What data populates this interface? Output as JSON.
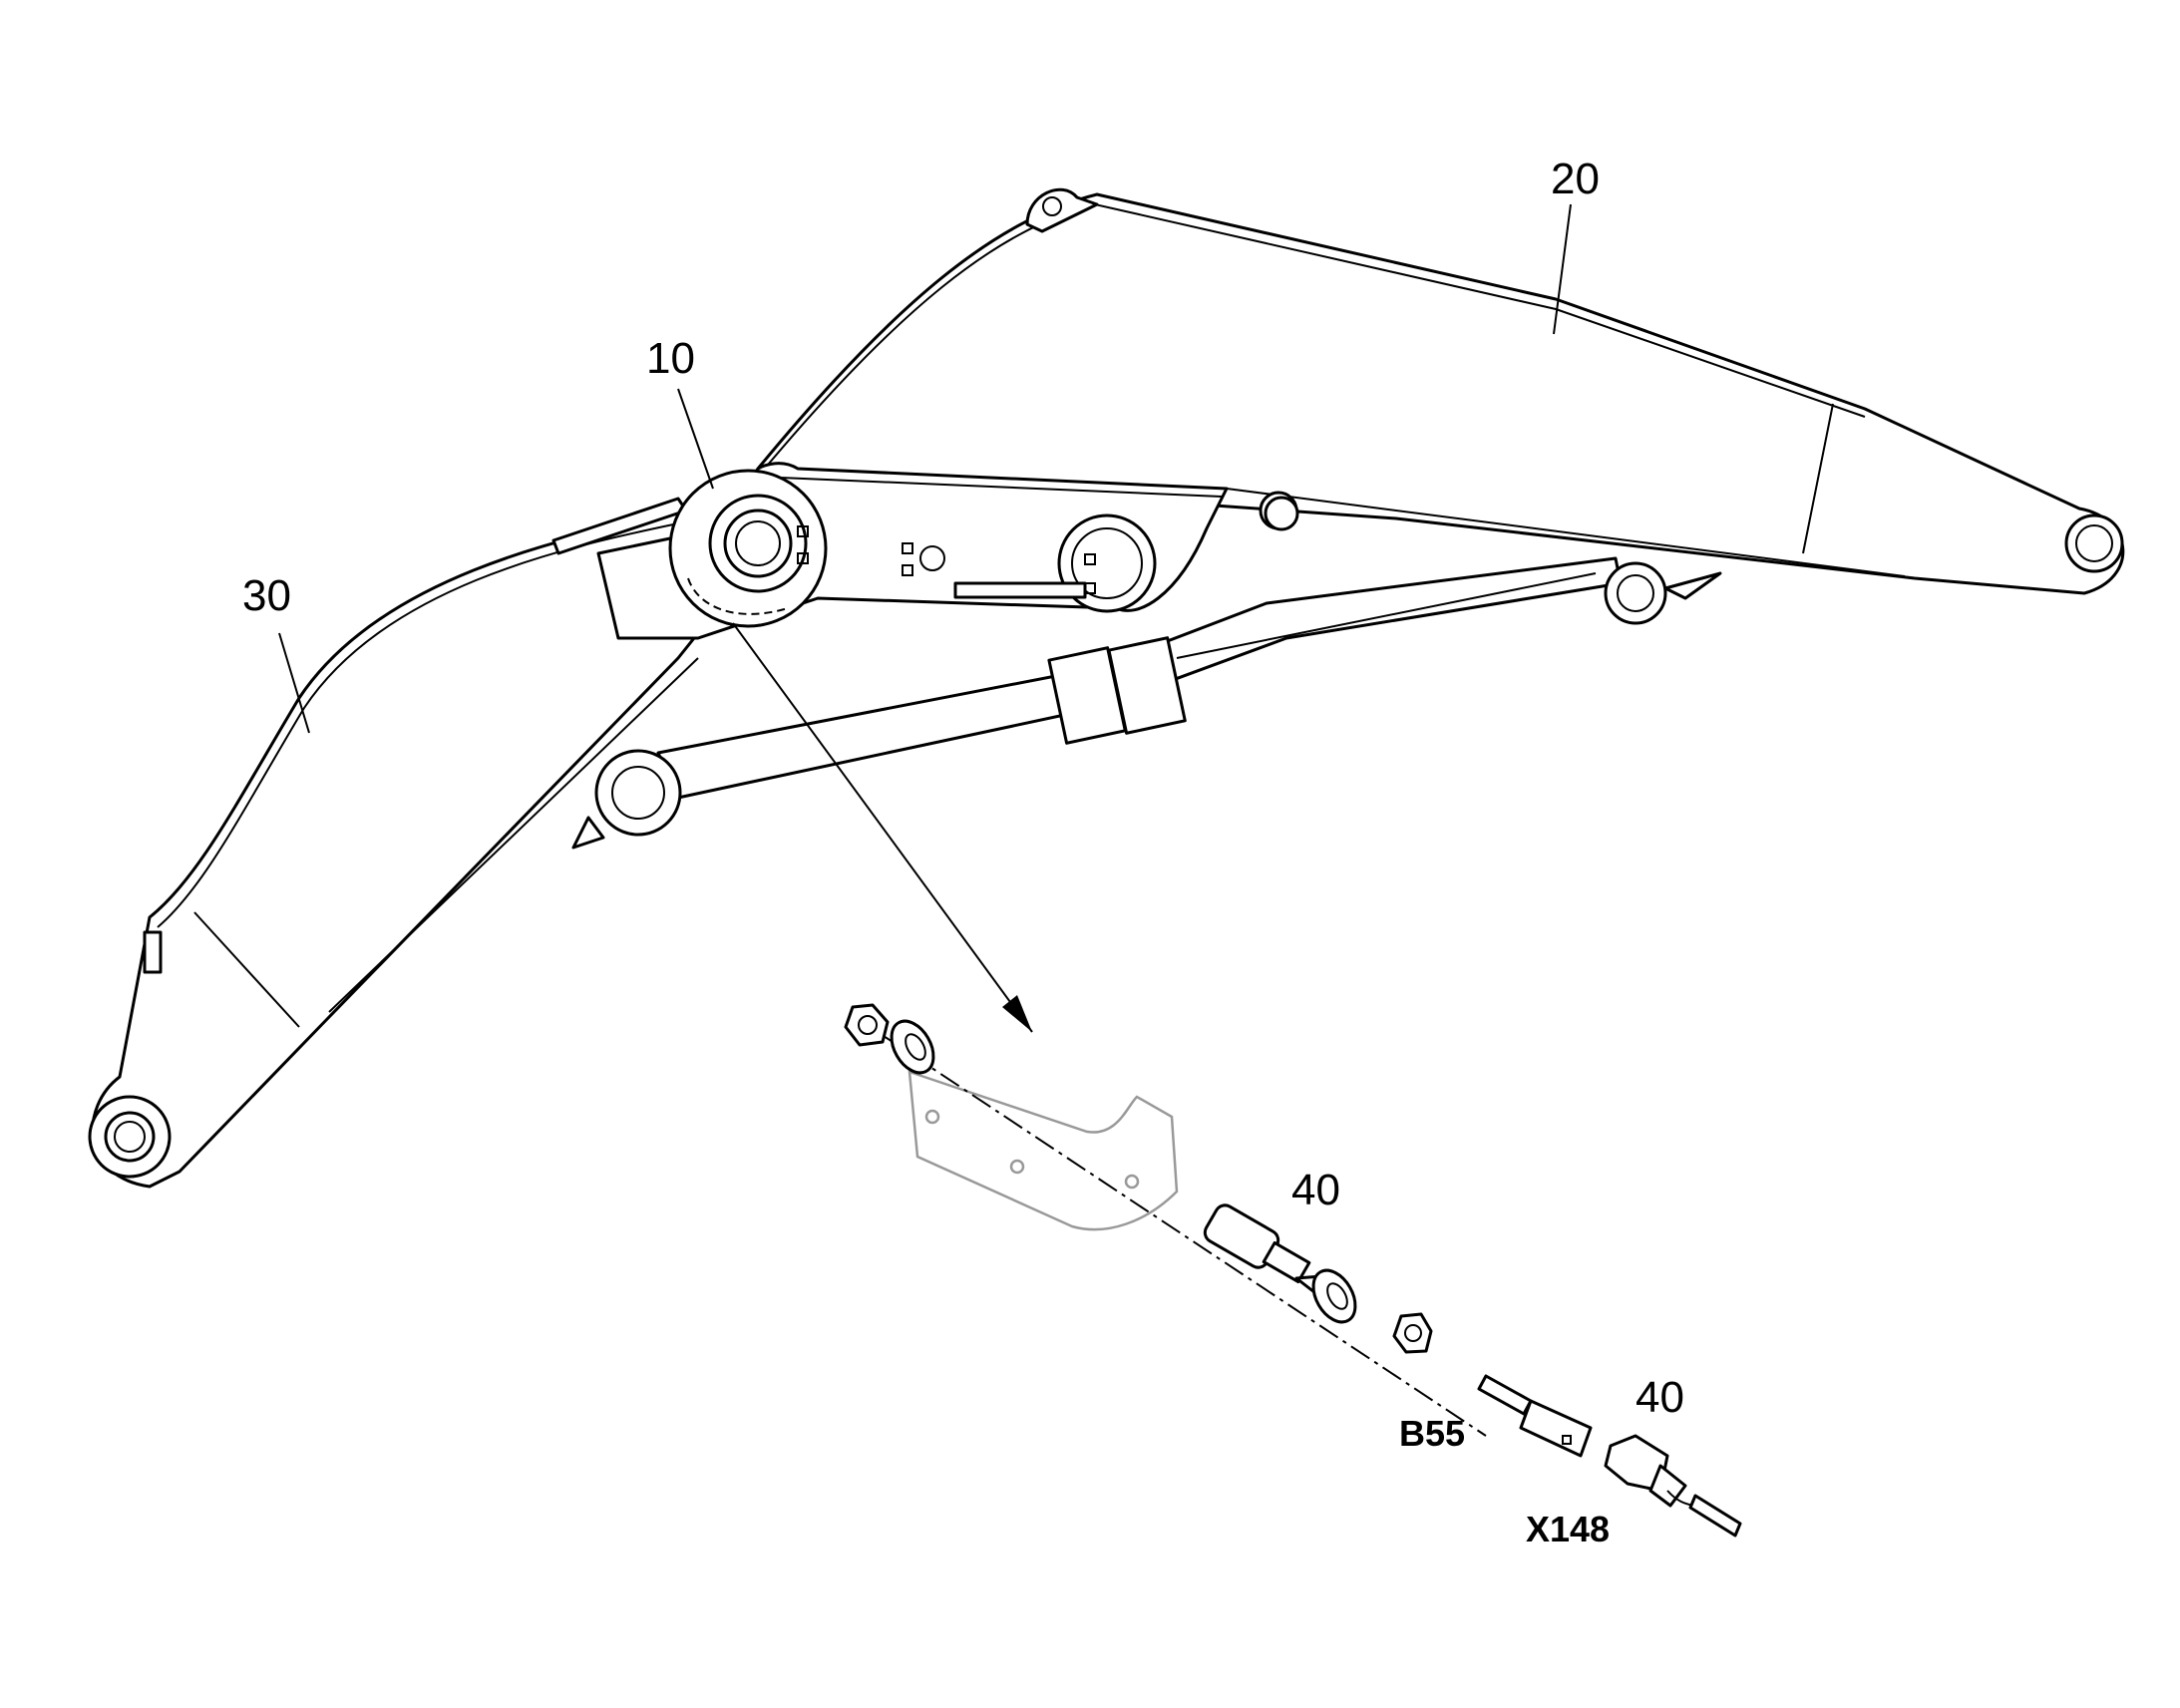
{
  "callouts": {
    "arm_assembly": "10",
    "boom": "20",
    "arm": "30",
    "sensor_left": "40",
    "sensor_right": "40"
  },
  "labels": {
    "sensor_ref": "B55",
    "connector_ref": "X148"
  }
}
